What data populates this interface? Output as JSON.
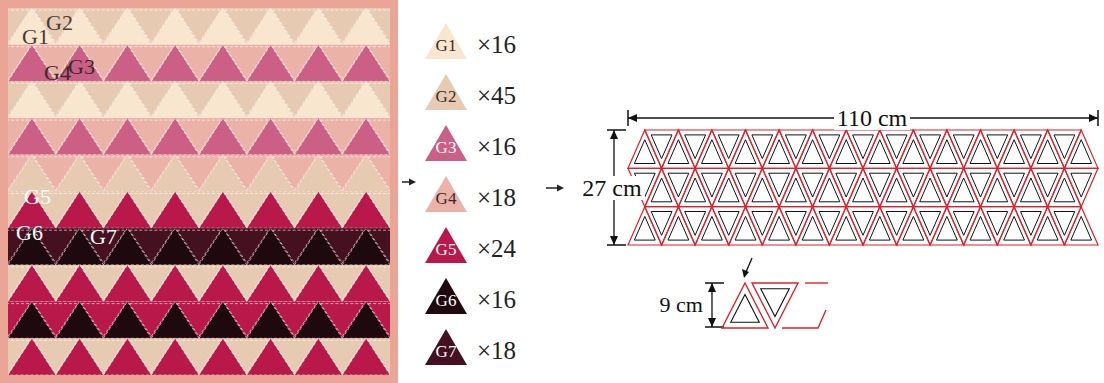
{
  "diagram": {
    "labels": [
      "G1",
      "G2",
      "G4",
      "G3",
      "G5",
      "G6",
      "G7",
      "×16",
      "×45",
      "×16",
      "×18",
      "×24",
      "×16",
      "×18",
      "110 cm",
      "27 cm",
      "9 cm"
    ],
    "legend": [
      {
        "text": "G1",
        "color": "#f8e6cf"
      },
      {
        "text": "G2",
        "color": "#e6cbb2"
      },
      {
        "text": "G3",
        "color": "#cc5f86"
      },
      {
        "text": "G4",
        "color": "#ebb2a8"
      },
      {
        "text": "G5",
        "color": "#b8184a"
      },
      {
        "text": "G6",
        "color": "#1e0a0e"
      },
      {
        "text": "G7",
        "color": "#45101f"
      }
    ]
  }
}
